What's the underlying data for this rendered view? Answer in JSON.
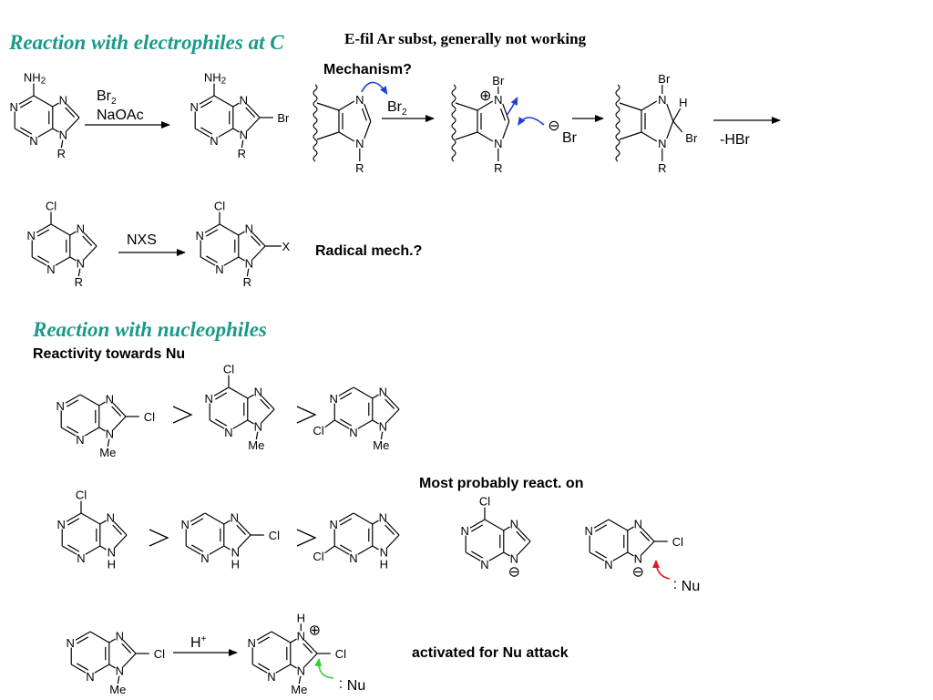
{
  "colors": {
    "heading": "#1a9a8a",
    "curly_blue": "#1e3fd6",
    "curly_red": "#e3161c",
    "curly_green": "#2ed12e"
  },
  "headings": {
    "electrophiles": "Reaction with electrophiles at C",
    "nucleophiles": "Reaction with nucleophiles"
  },
  "notes": {
    "efil": "E-fil Ar subst, generally not working",
    "mechanism": "Mechanism?",
    "radical": "Radical mech.?",
    "reactivity": "Reactivity towards Nu",
    "most_probably": "Most probably react. on",
    "activated": "activated for Nu attack"
  },
  "reagents": {
    "br2_main": "Br",
    "br2_main_sub": "2",
    "naoac": "NaOAc",
    "br2_mech": "Br",
    "br2_mech_sub": "2",
    "hbr": "-HBr",
    "nxs": "NXS",
    "hplus": "H",
    "hplus_sup": "+"
  },
  "atoms": {
    "N": "N",
    "NH": "NH",
    "R": "R",
    "Br": "Br",
    "Cl": "Cl",
    "X": "X",
    "Me": "Me",
    "H": "H",
    "NH2": "NH",
    "NH2_sub": "2",
    "Nu": "Nu",
    "plus": "⊕",
    "minus": "⊖",
    "lone_pair": ":"
  }
}
